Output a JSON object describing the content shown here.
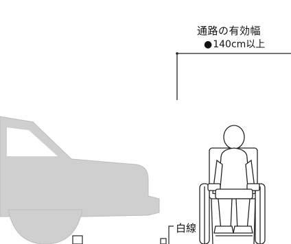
{
  "corridor": {
    "title": "通路の有効幅",
    "bullet": "●",
    "min_width": "140cm以上"
  },
  "white_line": {
    "label": "白線"
  },
  "colors": {
    "car_fill": "#cfcfcf",
    "line": "#222222",
    "background": "#ffffff"
  },
  "icons": [
    "car-icon",
    "wheelchair-user-icon",
    "dimension-marker-icon"
  ]
}
